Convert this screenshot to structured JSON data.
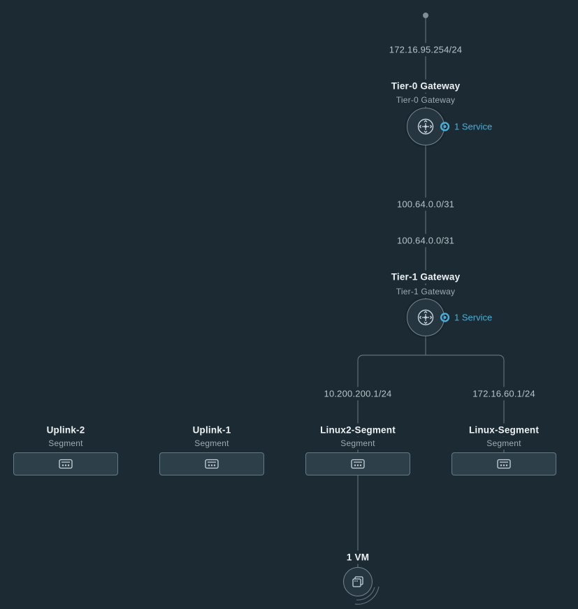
{
  "colors": {
    "bg": "#1c2b33",
    "line": "#5f7078",
    "node_fill": "#263640",
    "node_border": "#74858f",
    "box_fill": "#2d3f49",
    "box_border": "#65798a",
    "text_primary": "#edf1f3",
    "text_secondary": "#9dabb3",
    "text_ip": "#b6c2c9",
    "accent": "#49afd9"
  },
  "tier0": {
    "uplink_ip": "172.16.95.254/24",
    "title": "Tier-0 Gateway",
    "subtitle": "Tier-0 Gateway",
    "services": "1 Service"
  },
  "interlink": {
    "ip_top": "100.64.0.0/31",
    "ip_bottom": "100.64.0.0/31"
  },
  "tier1": {
    "title": "Tier-1 Gateway",
    "subtitle": "Tier-1 Gateway",
    "services": "1 Service",
    "left_ip": "10.200.200.1/24",
    "right_ip": "172.16.60.1/24"
  },
  "segments": [
    {
      "name": "Uplink-2",
      "type": "Segment"
    },
    {
      "name": "Uplink-1",
      "type": "Segment"
    },
    {
      "name": "Linux2-Segment",
      "type": "Segment"
    },
    {
      "name": "Linux-Segment",
      "type": "Segment"
    }
  ],
  "vm": {
    "label": "1 VM"
  }
}
